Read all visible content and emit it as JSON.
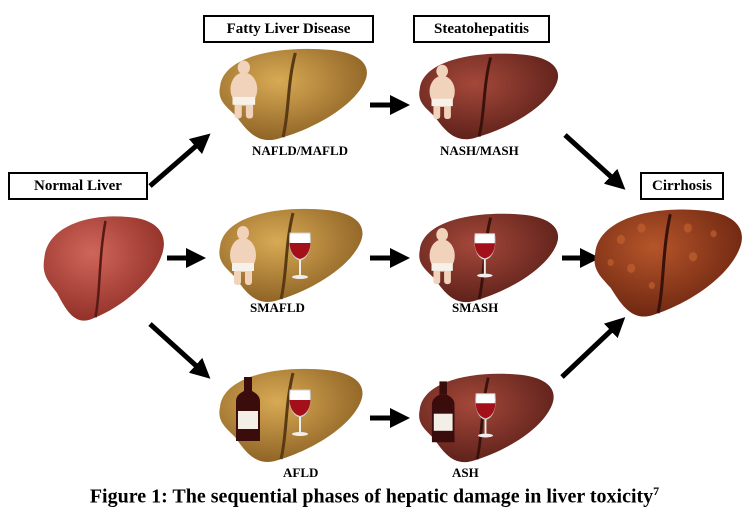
{
  "stages": {
    "fatty_liver_disease": "Fatty Liver Disease",
    "steatohepatitis": "Steatohepatitis",
    "normal_liver": "Normal Liver",
    "cirrhosis": "Cirrhosis"
  },
  "conditions": {
    "nafld": "NAFLD/MAFLD",
    "nash": "NASH/MASH",
    "smafld": "SMAFLD",
    "smash": "SMASH",
    "afld": "AFLD",
    "ash": "ASH"
  },
  "caption": {
    "text": "Figure 1: The sequential phases of hepatic damage in liver toxicity",
    "superscript": "7"
  },
  "colors": {
    "normal": "#b5453a",
    "fatty": "#b88a3a",
    "steato": "#7a2e22",
    "cirrhosis": "#8a3a1a"
  }
}
